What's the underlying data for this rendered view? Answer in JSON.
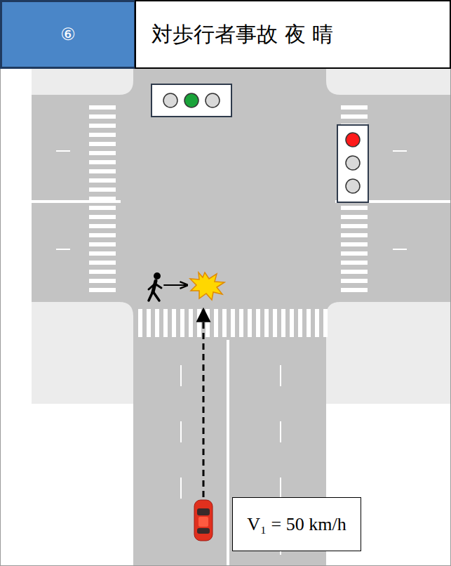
{
  "diagram": {
    "nodes": [
      {
        "text": [
          "⑥"
        ]
      },
      {
        "text": [
          "対歩行者事故 夜 晴"
        ]
      },
      {
        "text": [
          "V₁ = 50 km/h"
        ]
      }
    ]
  }
}
